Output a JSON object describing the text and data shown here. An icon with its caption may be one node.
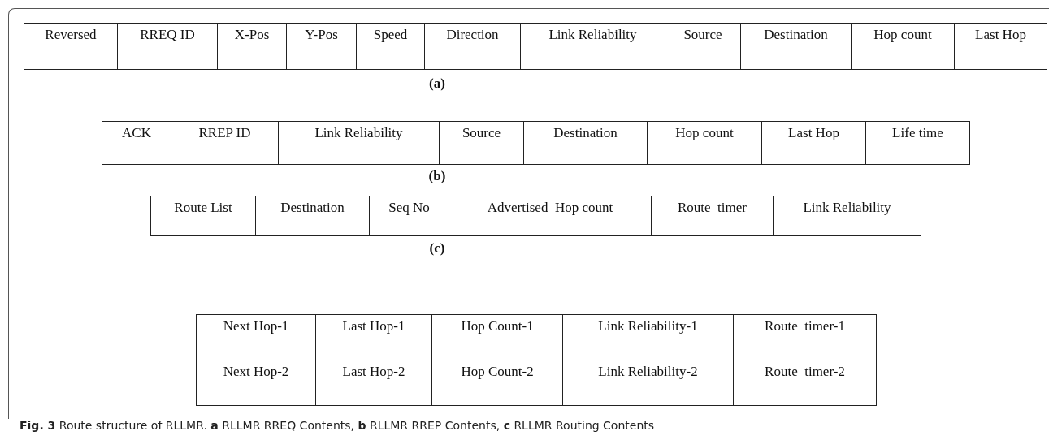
{
  "diagram": {
    "caption": "**Fig. 3** Route structure of RLLMR. **a** RLLMR RREQ Contents, **b** RLLMR RREP Contents, **c** RLLMR Routing Contents",
    "labels": [
      "Reversed",
      "RREQ ID",
      "X-Pos",
      "Y-Pos",
      "Speed",
      "Direction",
      "Link Reliability",
      "Source",
      "Destination",
      "Hop count",
      "Last Hop",
      "(a)",
      "ACK",
      "RREP ID",
      "Link Reliability",
      "Source",
      "Destination",
      "Hop count",
      "Last Hop",
      "Life time",
      "(b)",
      "Route List",
      "Destination",
      "Seq No",
      "Advertised  Hop count",
      "Route  timer",
      "Link Reliability",
      "(c)",
      "Next Hop-1",
      "Last Hop-1",
      "Hop Count-1",
      "Link Reliability-1",
      "Route  timer-1",
      "Next Hop-2",
      "Last Hop-2",
      "Hop Count-2",
      "Link Reliability-2",
      "Route  timer-2"
    ]
  }
}
